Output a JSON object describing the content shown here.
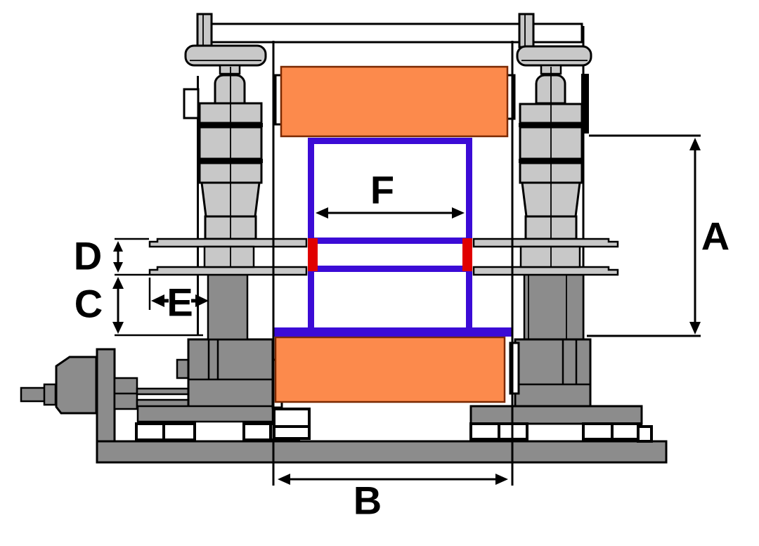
{
  "diagram": {
    "kind": "technical-dimension-drawing",
    "view": "machine-side-elevation"
  },
  "dimension_labels": {
    "A": "A",
    "B": "B",
    "C": "C",
    "D": "D",
    "E": "E",
    "F": "F"
  },
  "colors": {
    "background": "#FFFFFF",
    "outline": "#000000",
    "roller_orange": "#FC8A4C",
    "frame_blue": "#3B0BD6",
    "nip_red": "#E00000",
    "machine_light_gray": "#C8C8C8",
    "machine_mid_gray": "#8C8C8C",
    "white_fill": "#FFFFFF"
  }
}
